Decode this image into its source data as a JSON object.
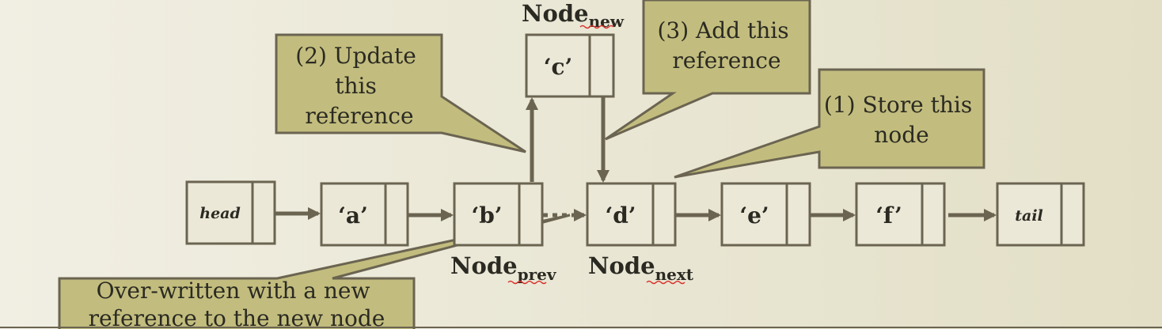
{
  "colors": {
    "line": "#6b6451",
    "callout_fill": "#c2bd7e",
    "node_fill": "#ebe8d8",
    "text": "#2b2a22"
  },
  "nodes": [
    {
      "id": "head",
      "label": "head",
      "italic": true
    },
    {
      "id": "a",
      "label": "‘a’"
    },
    {
      "id": "b",
      "label": "‘b’"
    },
    {
      "id": "d",
      "label": "‘d’"
    },
    {
      "id": "e",
      "label": "‘e’"
    },
    {
      "id": "f",
      "label": "‘f’"
    },
    {
      "id": "tail",
      "label": "tail",
      "italic": true
    },
    {
      "id": "c",
      "label": "‘c’"
    }
  ],
  "node_labels": {
    "new": {
      "main": "Node",
      "sub": "new"
    },
    "prev": {
      "main": "Node",
      "sub": "prev"
    },
    "next": {
      "main": "Node",
      "sub": "next"
    }
  },
  "callouts": {
    "update": [
      "(2) Update",
      "this",
      "reference"
    ],
    "add": [
      "(3) Add this",
      "reference"
    ],
    "store": [
      "(1) Store this",
      "node"
    ],
    "overwritten": [
      "Over-written with a new",
      "reference to the new node"
    ]
  }
}
